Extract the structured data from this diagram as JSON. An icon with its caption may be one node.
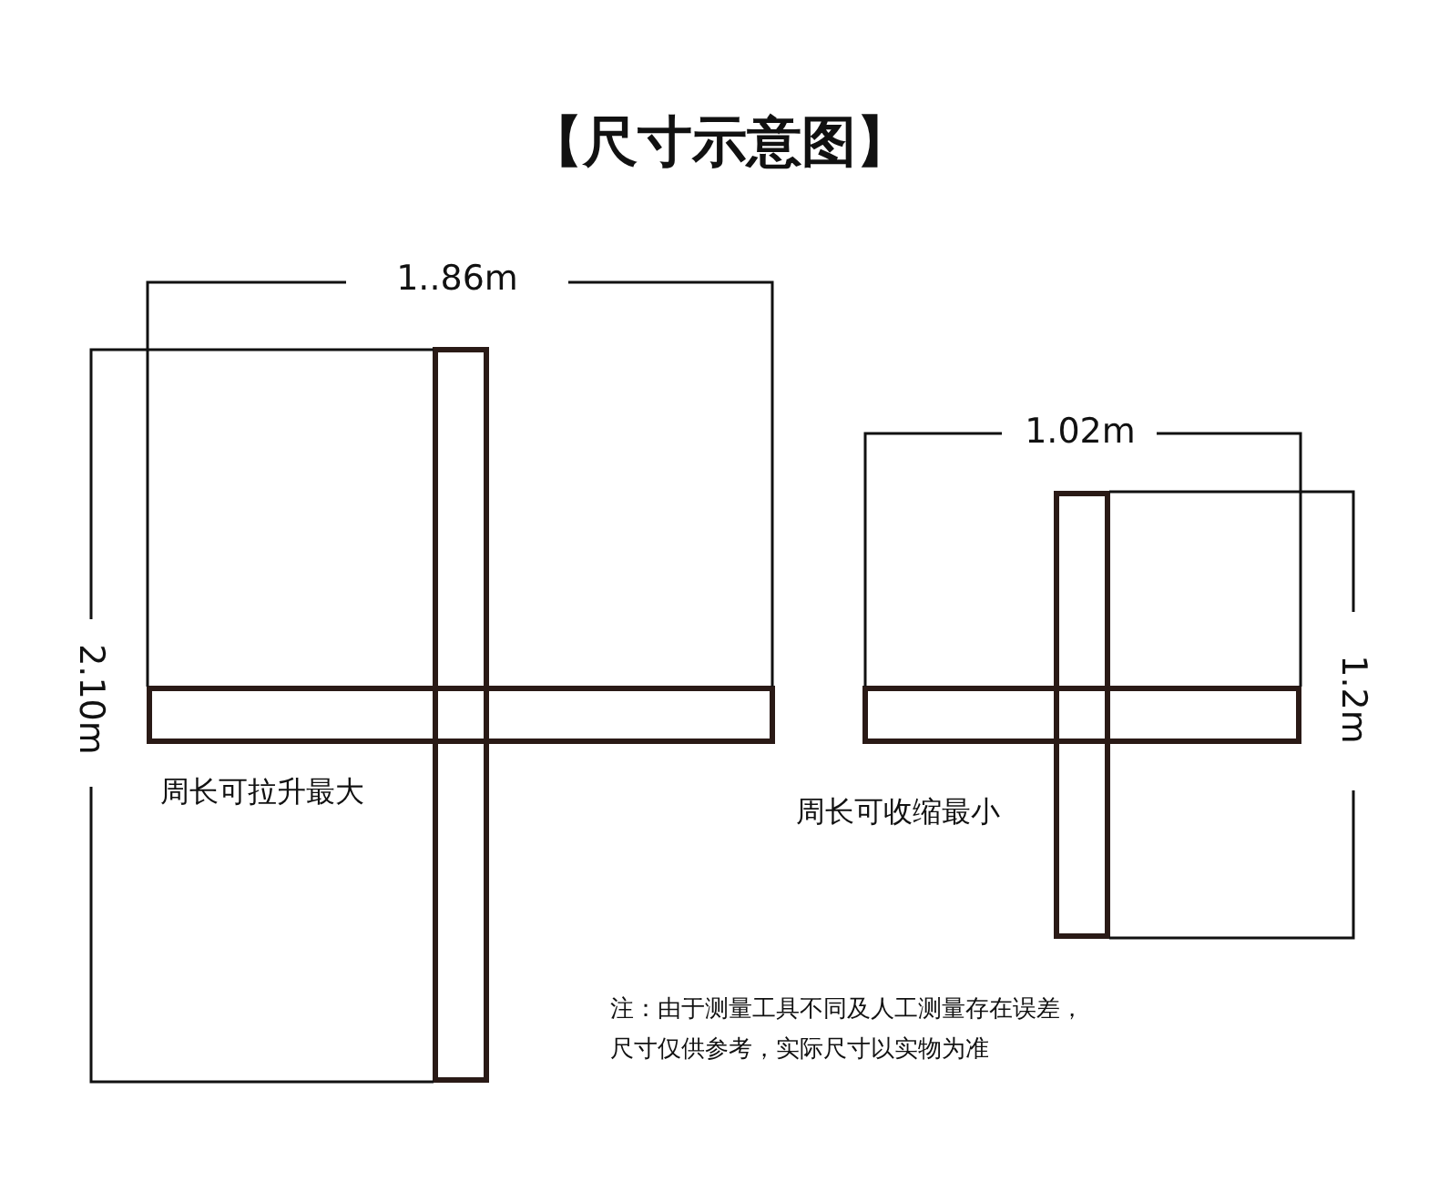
{
  "diagram": {
    "title": "【尺寸示意图】",
    "labels": [
      "1..86m",
      "2.10m",
      "周长可拉升最大",
      "1.02m",
      "1.2m",
      "周长可收缩最小",
      "注：由于测量工具不同及人工测量存在误差，尺寸仅供参考，实际尺寸以实物为准"
    ]
  }
}
